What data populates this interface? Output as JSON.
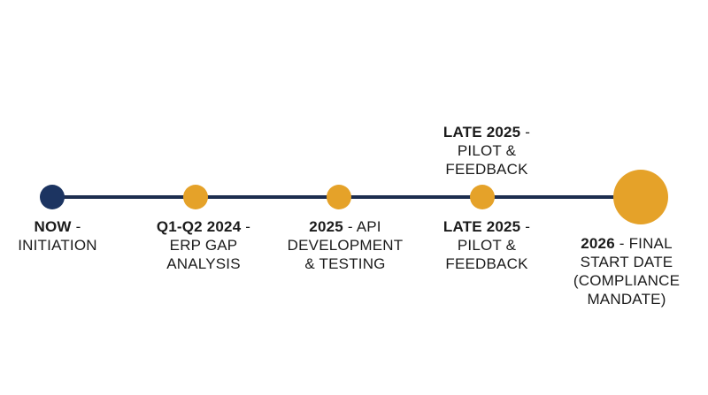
{
  "milestones": [
    {
      "id": "now",
      "bold": "NOW",
      "rest": [
        " -",
        "INITIATION"
      ]
    },
    {
      "id": "q1q2",
      "bold": "Q1-Q2 2024",
      "rest": [
        " -",
        "ERP GAP",
        "ANALYSIS"
      ]
    },
    {
      "id": "y2025",
      "bold": "2025",
      "rest": [
        " - API",
        "DEVELOPMENT",
        "& TESTING"
      ]
    },
    {
      "id": "late2025",
      "bold": "LATE 2025",
      "rest": [
        " -",
        "PILOT &",
        "FEEDBACK"
      ]
    },
    {
      "id": "y2026",
      "bold": "2026",
      "rest": [
        " - FINAL",
        "START DATE",
        "(COMPLIANCE",
        "MANDATE)"
      ]
    }
  ],
  "late2025_top": {
    "bold": "LATE 2025",
    "rest": [
      " -",
      "PILOT &",
      "FEEDBACK"
    ]
  },
  "colors": {
    "line": "#1c2d4f",
    "start_node": "#1c3461",
    "milestone_node": "#e5a229"
  }
}
